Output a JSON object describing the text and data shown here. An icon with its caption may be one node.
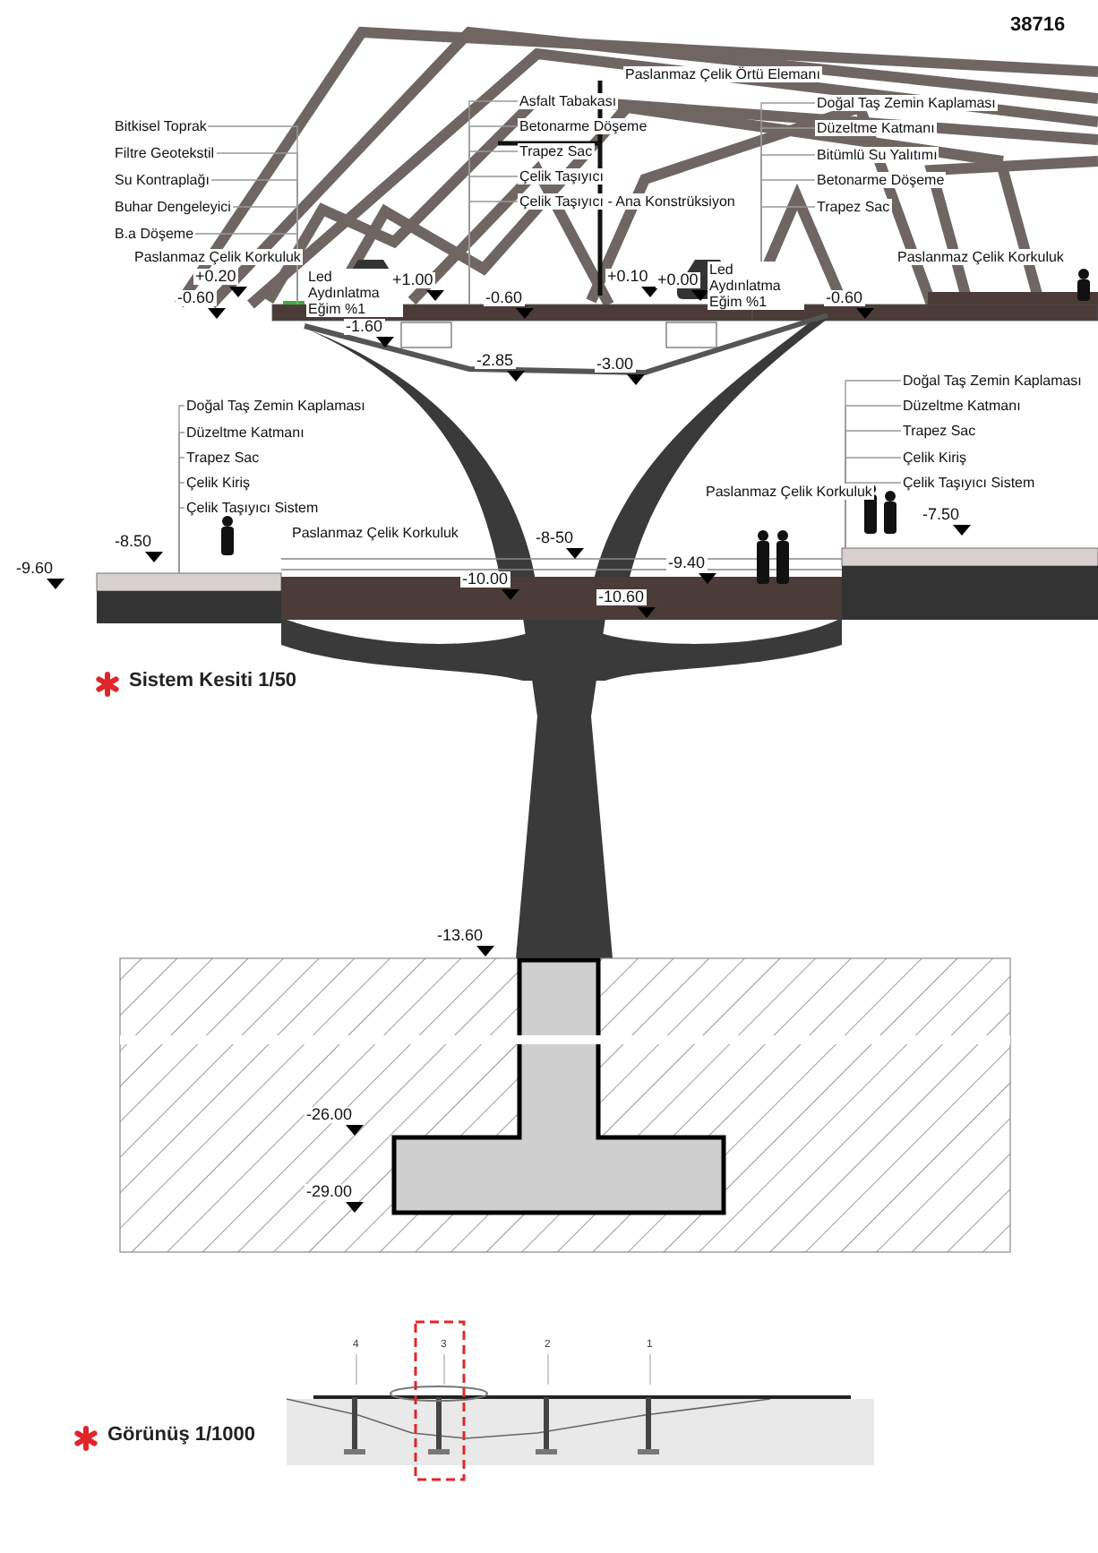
{
  "diagram": {
    "nodes": [
      {
        "text": [
          "Bitkisel Toprak"
        ]
      },
      {
        "text": [
          "Filtre Geotekstil"
        ]
      },
      {
        "text": [
          "Su Kontraplağı"
        ]
      },
      {
        "text": [
          "Buhar Dengeleyici"
        ]
      },
      {
        "text": [
          "B.a Döşeme"
        ]
      },
      {
        "text": [
          "Asfalt Tabakası"
        ]
      },
      {
        "text": [
          "Betonarme Döşeme"
        ]
      },
      {
        "text": [
          "Trapez Sac"
        ]
      },
      {
        "text": [
          "Çelik Taşıyıcı"
        ]
      },
      {
        "text": [
          "Çelik Taşıyıcı - Ana Konstrüksiyon"
        ]
      },
      {
        "text": [
          "Doğal Taş Zemin Kaplaması"
        ]
      },
      {
        "text": [
          "Düzeltme Katmanı"
        ]
      },
      {
        "text": [
          "Bitümlü Su Yalıtımı"
        ]
      },
      {
        "text": [
          "Betonarme Döşeme"
        ]
      },
      {
        "text": [
          "Trapez Sac"
        ]
      },
      {
        "text": [
          "Doğal Taş Zemin Kaplaması"
        ]
      },
      {
        "text": [
          "Düzeltme Katmanı"
        ]
      },
      {
        "text": [
          "Trapez Sac"
        ]
      },
      {
        "text": [
          "Çelik Kiriş"
        ]
      },
      {
        "text": [
          "Çelik Taşıyıcı Sistem"
        ]
      },
      {
        "text": [
          "Doğal Taş Zemin Kaplaması"
        ]
      },
      {
        "text": [
          "Düzeltme Katmanı"
        ]
      },
      {
        "text": [
          "Trapez Sac"
        ]
      },
      {
        "text": [
          "Çelik Kiriş"
        ]
      },
      {
        "text": [
          "Çelik Taşıyıcı Sistem"
        ]
      },
      {
        "text": [],
        "shape": "box"
      },
      {
        "text": [],
        "shape": "box"
      },
      {
        "text": [],
        "shape": "box"
      },
      {
        "text": [],
        "shape": "box"
      },
      {
        "text": [],
        "shape": "box"
      }
    ],
    "edges": [
      {
        "from": 0,
        "to": 25,
        "arrow": "none"
      },
      {
        "from": 1,
        "to": 25,
        "arrow": "none"
      },
      {
        "from": 2,
        "to": 25,
        "arrow": "none"
      },
      {
        "from": 3,
        "to": 25,
        "arrow": "none"
      },
      {
        "from": 4,
        "to": 25,
        "arrow": "none"
      },
      {
        "from": 5,
        "to": 26,
        "arrow": "none"
      },
      {
        "from": 6,
        "to": 26,
        "arrow": "none"
      },
      {
        "from": 7,
        "to": 26,
        "arrow": "none"
      },
      {
        "from": 8,
        "to": 26,
        "arrow": "none"
      },
      {
        "from": 9,
        "to": 26,
        "arrow": "none"
      },
      {
        "from": 10,
        "to": 27,
        "arrow": "none"
      },
      {
        "from": 11,
        "to": 27,
        "arrow": "none"
      },
      {
        "from": 12,
        "to": 27,
        "arrow": "none"
      },
      {
        "from": 13,
        "to": 27,
        "arrow": "none"
      },
      {
        "from": 14,
        "to": 27,
        "arrow": "none"
      },
      {
        "from": 15,
        "to": 28,
        "arrow": "none"
      },
      {
        "from": 16,
        "to": 28,
        "arrow": "none"
      },
      {
        "from": 17,
        "to": 28,
        "arrow": "none"
      },
      {
        "from": 18,
        "to": 28,
        "arrow": "none"
      },
      {
        "from": 19,
        "to": 28,
        "arrow": "none"
      },
      {
        "from": 20,
        "to": 29,
        "arrow": "none"
      },
      {
        "from": 21,
        "to": 29,
        "arrow": "none"
      },
      {
        "from": 22,
        "to": 29,
        "arrow": "none"
      },
      {
        "from": 23,
        "to": 29,
        "arrow": "none"
      },
      {
        "from": 24,
        "to": 29,
        "arrow": "none"
      }
    ],
    "labels": [
      "38716",
      "Paslanmaz Çelik Korkuluk",
      "Paslanmaz Çelik Örtü Elemanı",
      "Paslanmaz Çelik Korkuluk",
      "+0.20",
      "-0.60",
      "Led Aydınlatma Eğim %1",
      "+1.00",
      "-0.60",
      "+0.10",
      "+0.00",
      "Led Aydınlatma Eğim %1",
      "-0.60",
      "-1.60",
      "-2.85",
      "-3.00",
      "Paslanmaz Çelik Korkuluk",
      "Paslanmaz Çelik Korkuluk",
      "-9.60",
      "-8.50",
      "-8-50",
      "-10.00",
      "-9.40",
      "-10.60",
      "-7.50",
      "Sistem Kesiti 1/50",
      "-13.60",
      "-26.00",
      "-29.00",
      "4",
      "3",
      "2",
      "1",
      "Görünüş 1/1000"
    ]
  }
}
